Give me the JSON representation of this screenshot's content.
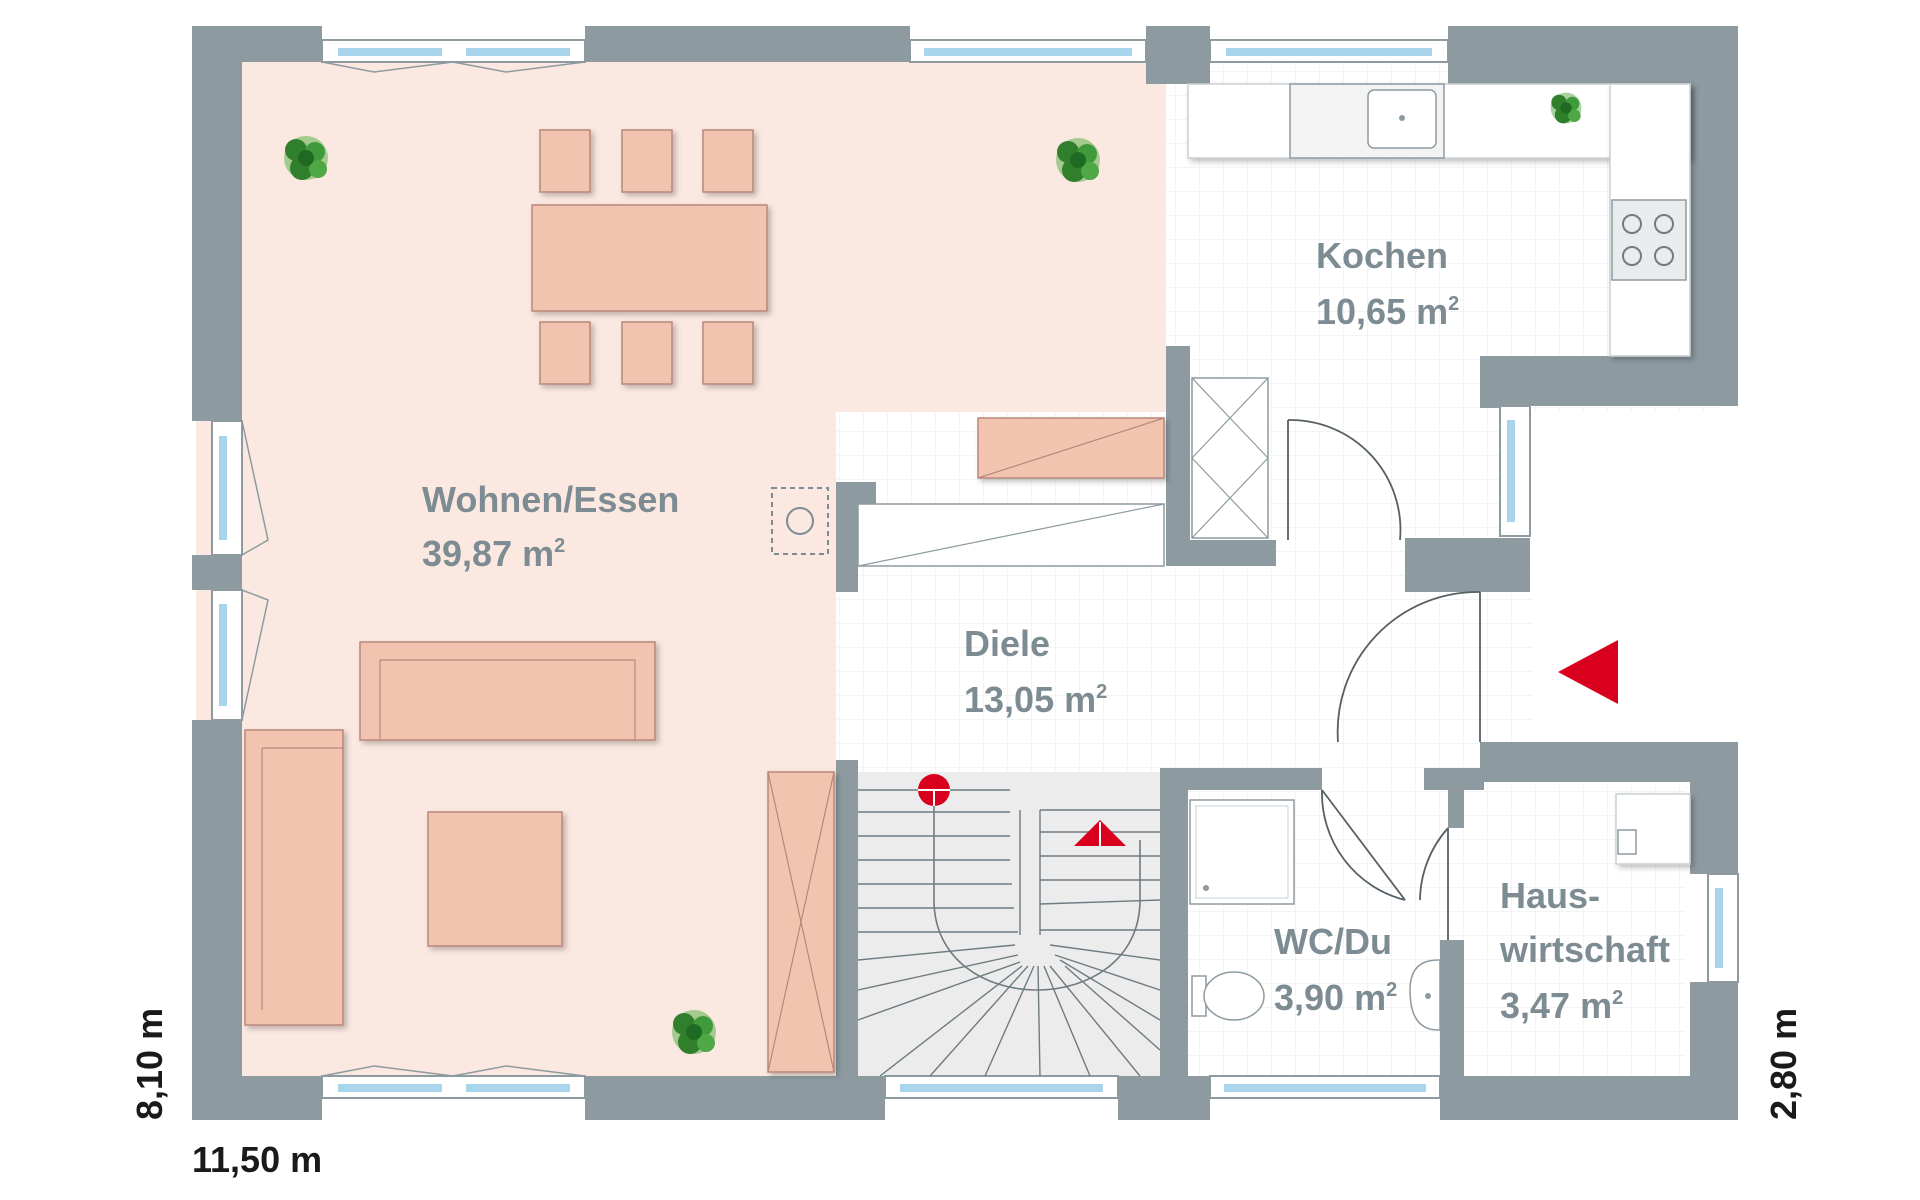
{
  "rooms": {
    "wohnen": {
      "name": "Wohnen/Essen",
      "area": "39,87 m",
      "unit_sup": "2"
    },
    "kochen": {
      "name": "Kochen",
      "area": "10,65 m",
      "unit_sup": "2"
    },
    "diele": {
      "name": "Diele",
      "area": "13,05 m",
      "unit_sup": "2"
    },
    "wc": {
      "name": "WC/Du",
      "area": "3,90 m",
      "unit_sup": "2"
    },
    "hwr": {
      "name_line1": "Haus-",
      "name_line2": "wirtschaft",
      "area": "3,47 m",
      "unit_sup": "2"
    }
  },
  "dimensions": {
    "width": "11,50 m",
    "height": "8,10 m",
    "side": "2,80 m"
  },
  "colors": {
    "wall": "#8d9ba1",
    "living_floor": "#fbe9e1",
    "furniture": "#f2c4b0",
    "furniture_stroke": "#b8877a",
    "tile_line": "#e6eaec",
    "window_glass": "#a8d4ec",
    "entrance_marker": "#d8001c",
    "plant": "#3f9a3c"
  },
  "icons": [
    "plant-icon",
    "sink-icon",
    "cooktop-icon",
    "toilet-icon",
    "shower-icon",
    "entrance-arrow-icon",
    "stair-start-icon",
    "stair-up-icon"
  ]
}
